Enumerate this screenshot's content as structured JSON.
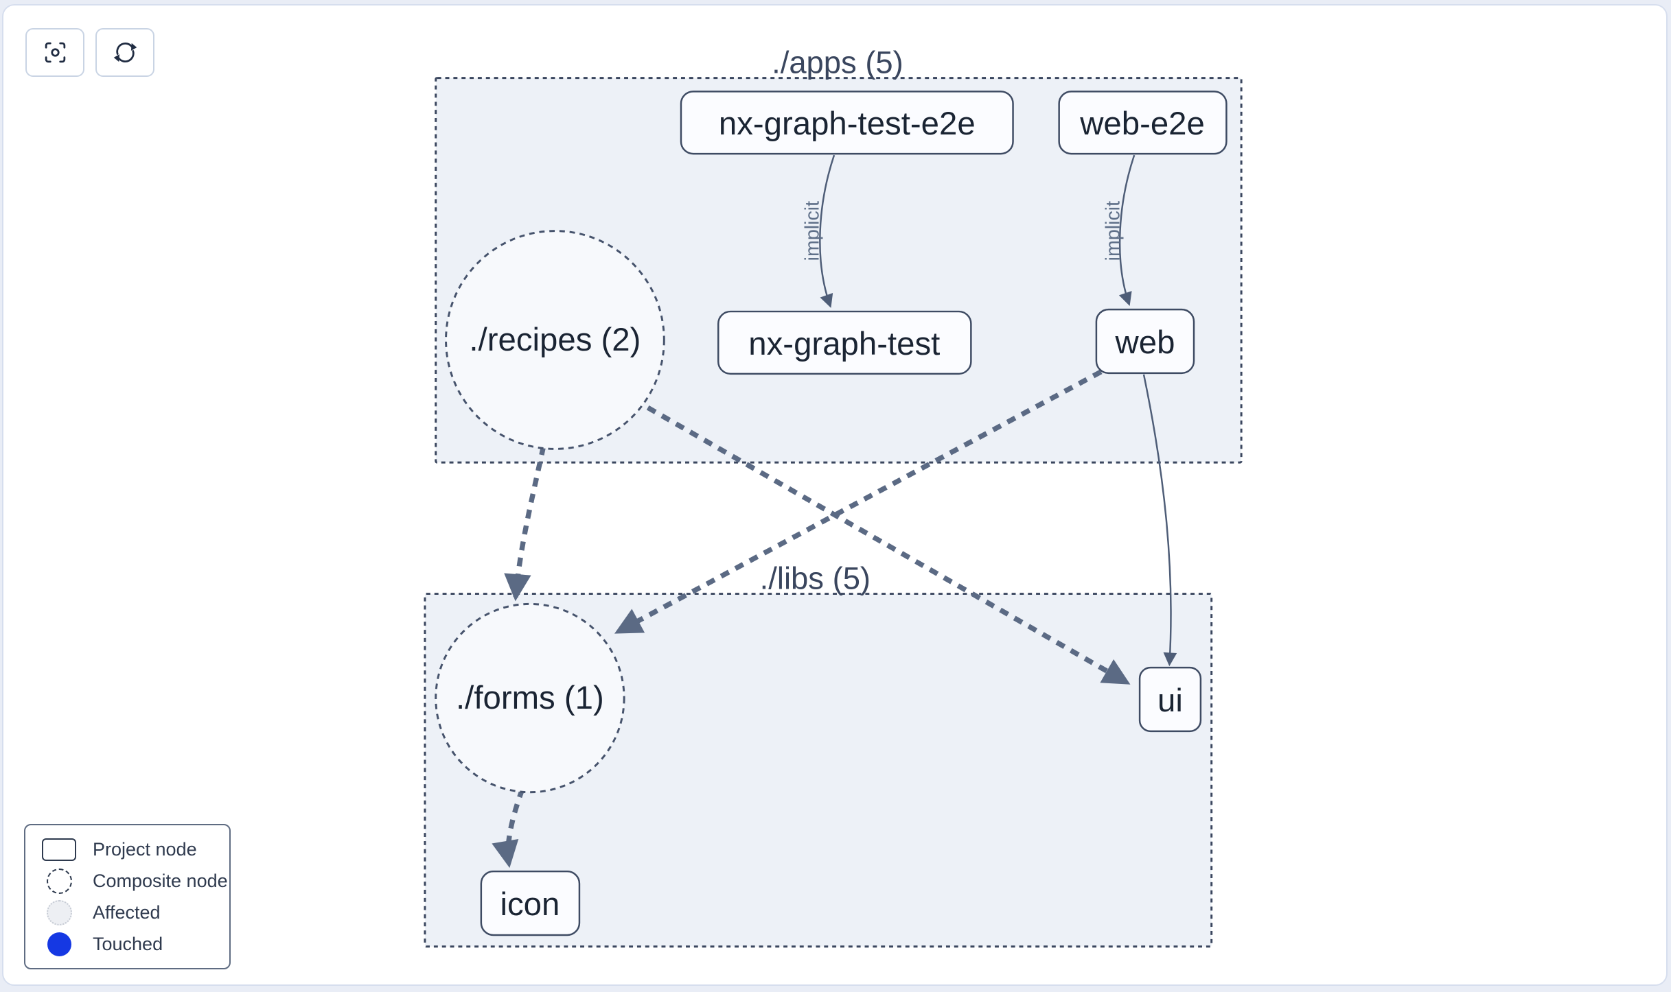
{
  "toolbar": {
    "buttons": [
      {
        "icon": "focus-scan-icon"
      },
      {
        "icon": "refresh-icon"
      }
    ]
  },
  "groups": [
    {
      "label": "./apps (5)"
    },
    {
      "label": "./libs (5)"
    }
  ],
  "nodes": [
    {
      "label": "nx-graph-test-e2e",
      "kind": "project"
    },
    {
      "label": "web-e2e",
      "kind": "project"
    },
    {
      "label": "./recipes (2)",
      "kind": "composite"
    },
    {
      "label": "nx-graph-test",
      "kind": "project"
    },
    {
      "label": "web",
      "kind": "project"
    },
    {
      "label": "./forms (1)",
      "kind": "composite"
    },
    {
      "label": "ui",
      "kind": "project"
    },
    {
      "label": "icon",
      "kind": "project"
    }
  ],
  "edges": [
    {
      "from": "nx-graph-test-e2e",
      "to": "nx-graph-test",
      "label": "implicit",
      "style": "solid"
    },
    {
      "from": "web-e2e",
      "to": "web",
      "label": "implicit",
      "style": "solid"
    },
    {
      "from": "web",
      "to": "ui",
      "label": "",
      "style": "solid"
    },
    {
      "from": "./recipes (2)",
      "to": "./forms (1)",
      "label": "",
      "style": "dashed"
    },
    {
      "from": "./recipes (2)",
      "to": "ui",
      "label": "",
      "style": "dashed"
    },
    {
      "from": "web",
      "to": "./forms (1)",
      "label": "",
      "style": "dashed"
    },
    {
      "from": "./forms (1)",
      "to": "icon",
      "label": "",
      "style": "dashed"
    }
  ],
  "legend": {
    "items": [
      {
        "label": "Project node"
      },
      {
        "label": "Composite node"
      },
      {
        "label": "Affected"
      },
      {
        "label": "Touched"
      }
    ]
  },
  "colors": {
    "touched_blue": "#1538e3",
    "affected_fill": "#edeff3",
    "edge_slate": "#5b6a84",
    "ink": "#1a2433"
  }
}
